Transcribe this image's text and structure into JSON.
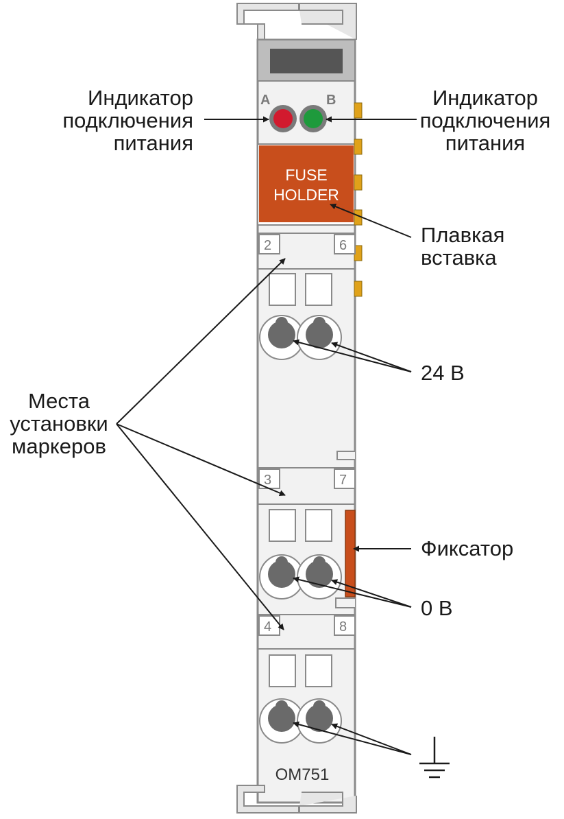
{
  "module": {
    "model": "OM751",
    "fuse_holder": {
      "line1": "FUSE",
      "line2": "HOLDER"
    },
    "led_a": {
      "letter": "A",
      "color": "#d21a2e"
    },
    "led_b": {
      "letter": "B",
      "color": "#1e9a3c"
    },
    "marker_numbers": {
      "top_left": "2",
      "top_right": "6",
      "mid_left": "3",
      "mid_right": "7",
      "low_left": "4",
      "low_right": "8"
    },
    "colors": {
      "body": "#bdbdbd",
      "outline": "#7a7a7a",
      "fuse": "#c84e1c",
      "latch": "#c84e1c",
      "tabs": "#e0a21a",
      "window": "#555555"
    }
  },
  "callouts": {
    "led_left": [
      "Индикатор",
      "подключения",
      "питания"
    ],
    "led_right": [
      "Индикатор",
      "подключения",
      "питания"
    ],
    "fuse": [
      "Плавкая",
      "вставка"
    ],
    "v24": "24 В",
    "markers": [
      "Места",
      "установки",
      "маркеров"
    ],
    "latch": "Фиксатор",
    "v0": "0 В",
    "ground_icon": "ground-symbol"
  }
}
